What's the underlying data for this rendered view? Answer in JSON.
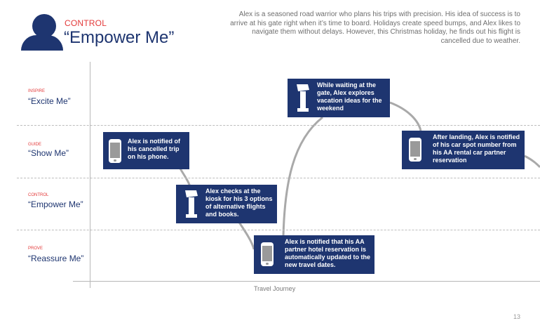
{
  "header": {
    "persona_label": "CONTROL",
    "persona_title": "“Empower Me”",
    "scenario": "Alex is a seasoned road warrior who plans his trips with precision. His idea of success is to arrive at his gate right when it’s time to board. Holidays create speed bumps, and Alex likes to navigate them without delays. However, this Christmas holiday, he finds out his flight is cancelled due to weather."
  },
  "lanes": [
    {
      "tag": "INSPIRE",
      "name": "“Excite Me”"
    },
    {
      "tag": "GUIDE",
      "name": "“Show Me”"
    },
    {
      "tag": "CONTROL",
      "name": "“Empower Me”"
    },
    {
      "tag": "PROVE",
      "name": "“Reassure Me”"
    }
  ],
  "x_axis_label": "Travel Journey",
  "steps": [
    {
      "icon": "phone-icon",
      "text": "Alex is notified of his cancelled trip on his phone."
    },
    {
      "icon": "kiosk-icon",
      "text": "Alex checks at the kiosk for his 3 options of alternative flights and books."
    },
    {
      "icon": "phone-icon",
      "text": "Alex is notified that his AA partner hotel reservation is automatically updated to the new travel dates."
    },
    {
      "icon": "kiosk-icon",
      "text": "While waiting at the gate, Alex explores vacation ideas for the weekend"
    },
    {
      "icon": "phone-icon",
      "text": "After landing, Alex is notified of his car spot number from his AA rental car partner reservation"
    }
  ],
  "colors": {
    "navy": "#1e3570",
    "accent_red": "#e33a3a",
    "curve_gray": "#a9a9a9"
  },
  "page_number": "13"
}
